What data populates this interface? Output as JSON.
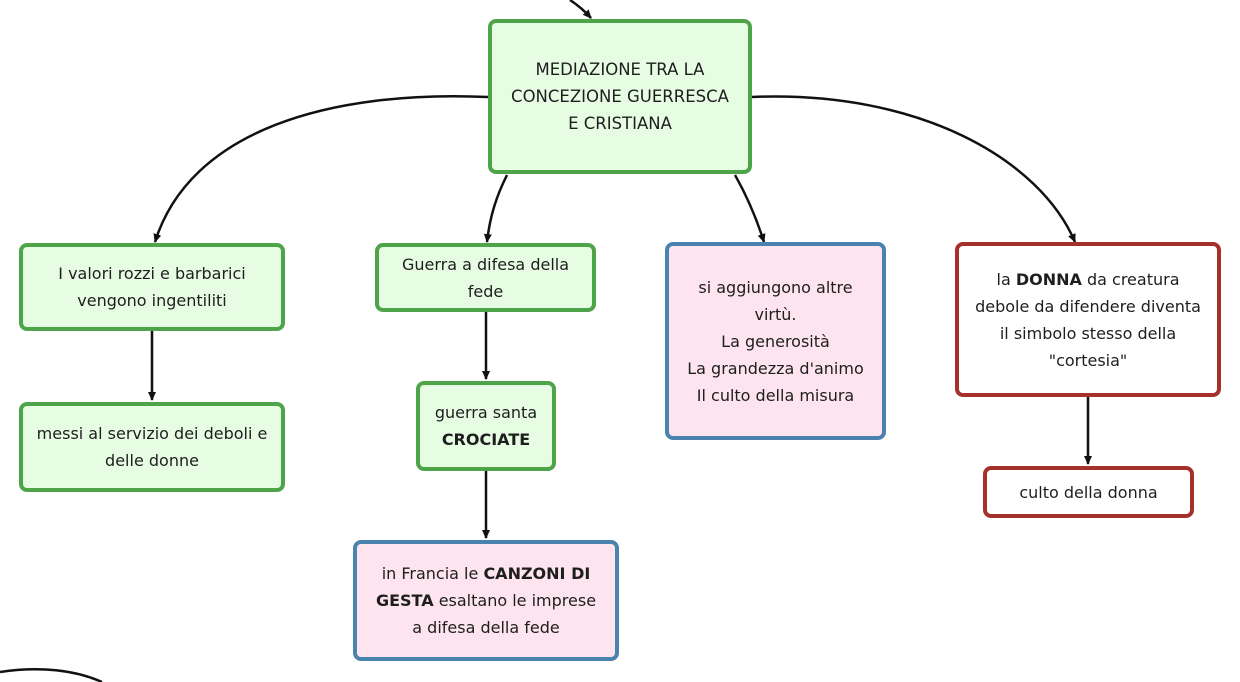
{
  "colors": {
    "green_fill": "#e6fde4",
    "green_border": "#4ea549",
    "pink_fill": "#fde4ee",
    "blue_border": "#4a83ad",
    "red_border": "#a6312b",
    "connector": "#111111"
  },
  "nodes": {
    "root": {
      "lines": [
        "MEDIAZIONE TRA LA",
        "CONCEZIONE GUERRESCA",
        "E CRISTIANA"
      ]
    },
    "valori": {
      "lines": [
        "I valori rozzi e barbarici",
        "vengono ingentiliti"
      ]
    },
    "servizio": {
      "lines": [
        "messi al servizio dei deboli e",
        "delle donne"
      ]
    },
    "guerra": {
      "lines": [
        "Guerra a difesa della",
        "fede"
      ]
    },
    "santa": {
      "line1": "guerra santa",
      "line2_bold": "CROCIATE"
    },
    "canzoni": {
      "pre": "in Francia le ",
      "bold1": "CANZONI DI",
      "bold2": "GESTA",
      "post": " esaltano le imprese",
      "line3": "a difesa della fede"
    },
    "virtu": {
      "lines": [
        "si aggiungono altre",
        "virtù.",
        "La generosità",
        "La grandezza d'animo",
        "Il culto della misura"
      ]
    },
    "donna": {
      "pre": "la ",
      "bold": "DONNA",
      "post": " da creatura",
      "line2": "debole da difendere diventa",
      "line3": "il simbolo stesso della",
      "line4": "\"cortesia\""
    },
    "culto": {
      "text": "culto della donna"
    }
  }
}
